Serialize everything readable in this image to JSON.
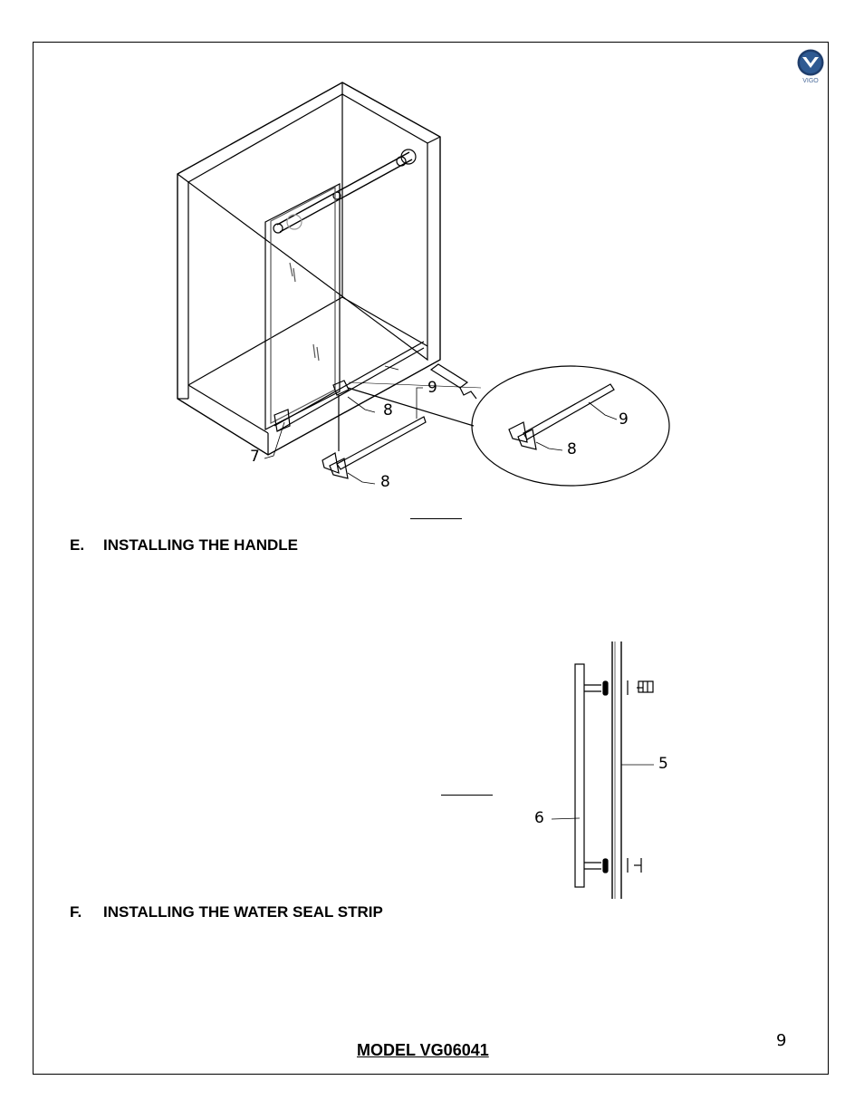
{
  "logo": {
    "text": "VIGO",
    "icon": "vigo-logo"
  },
  "figure1": {
    "callouts": {
      "c7": "7",
      "c8a": "8",
      "c8b": "8",
      "c8c": "8",
      "c9a": "9",
      "c9b": "9"
    }
  },
  "sectionE": {
    "letter": "E.",
    "title": "INSTALLING THE HANDLE"
  },
  "figure2": {
    "callouts": {
      "c5": "5",
      "c6": "6"
    }
  },
  "sectionF": {
    "letter": "F.",
    "title": "INSTALLING THE WATER SEAL STRIP"
  },
  "footer": {
    "model": "MODEL VG06041",
    "page": "9"
  }
}
